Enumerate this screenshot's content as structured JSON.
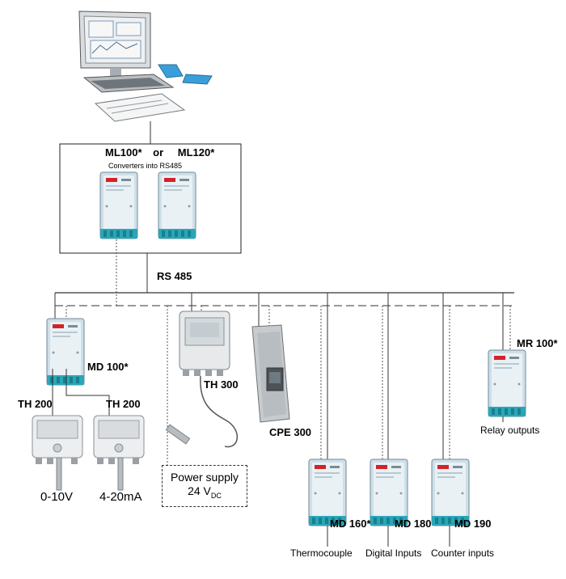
{
  "converter_box": {
    "model_a": "ML100*",
    "or_word": "or",
    "model_b": "ML120*",
    "caption": "Converters into RS485"
  },
  "bus": {
    "label": "RS 485"
  },
  "devices": {
    "md100": "MD 100*",
    "th200_left": "TH 200",
    "th200_right": "TH 200",
    "output_left": "0-10V",
    "output_right": "4-20mA",
    "th300": "TH 300",
    "cpe300": "CPE 300",
    "mr100": "MR 100*",
    "relay_caption": "Relay outputs",
    "md160": "MD 160*",
    "md160_caption": "Thermocouple",
    "md180": "MD 180",
    "md180_caption": "Digital Inputs",
    "md190": "MD 190",
    "md190_caption": "Counter inputs"
  },
  "power_supply": {
    "line1": "Power supply",
    "value": "24 V",
    "subscript": "DC"
  },
  "colors": {
    "module_body": "#d4e3ec",
    "module_face": "#e9f1f5",
    "module_teal": "#2aa6b8",
    "logo_red": "#d2232a",
    "line": "#333333"
  }
}
